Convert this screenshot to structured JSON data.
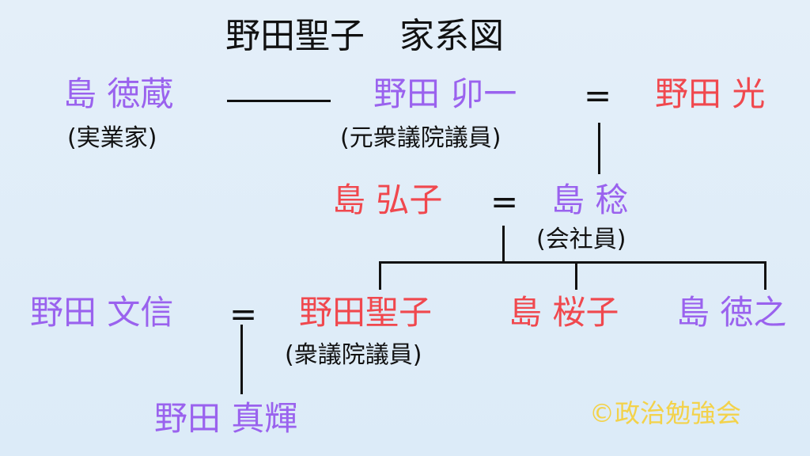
{
  "title": "野田聖子　家系図",
  "colors": {
    "male": "#9a62ee",
    "female": "#f0484e",
    "watermark": "#f3d24a",
    "background": "#deecf8"
  },
  "people": {
    "shima_tokuzo": {
      "name": "島 徳蔵",
      "role": "(実業家)"
    },
    "noda_uichi": {
      "name": "野田 卯一",
      "role": "(元衆議院議員)"
    },
    "noda_hikari": {
      "name": "野田 光"
    },
    "shima_hiroko": {
      "name": "島 弘子"
    },
    "shima_minoru": {
      "name": "島 稔",
      "role": "(会社員)"
    },
    "noda_fuminobu": {
      "name": "野田 文信"
    },
    "noda_seiko": {
      "name": "野田聖子",
      "role": "(衆議院議員)"
    },
    "shima_sakurako": {
      "name": "島 桜子"
    },
    "shima_noriyuki": {
      "name": "島 徳之"
    },
    "noda_masaki": {
      "name": "野田 真輝"
    }
  },
  "marriage_symbol": "=",
  "watermark": "©政治勉強会"
}
